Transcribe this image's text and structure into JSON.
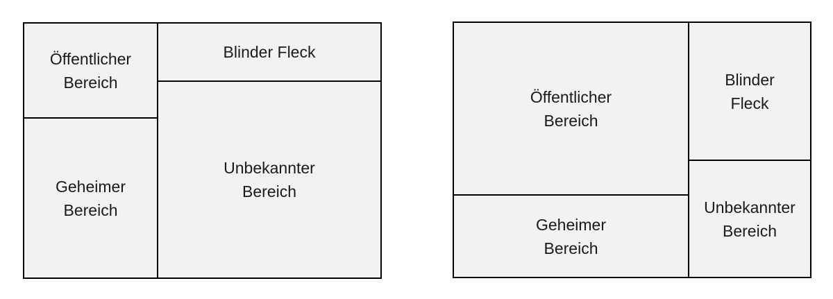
{
  "colors": {
    "pane_fill": "#f2f2f2",
    "border": "#000000",
    "text": "#1a1a1a"
  },
  "left_window": {
    "oeffentlicher_bereich": "Öffentlicher\nBereich",
    "blinder_fleck": "Blinder Fleck",
    "geheimer_bereich": "Geheimer\nBereich",
    "unbekannter_bereich": "Unbekannter\nBereich"
  },
  "right_window": {
    "oeffentlicher_bereich": "Öffentlicher\nBereich",
    "blinder_fleck": "Blinder\nFleck",
    "geheimer_bereich": "Geheimer\nBereich",
    "unbekannter_bereich": "Unbekannter\nBereich"
  }
}
